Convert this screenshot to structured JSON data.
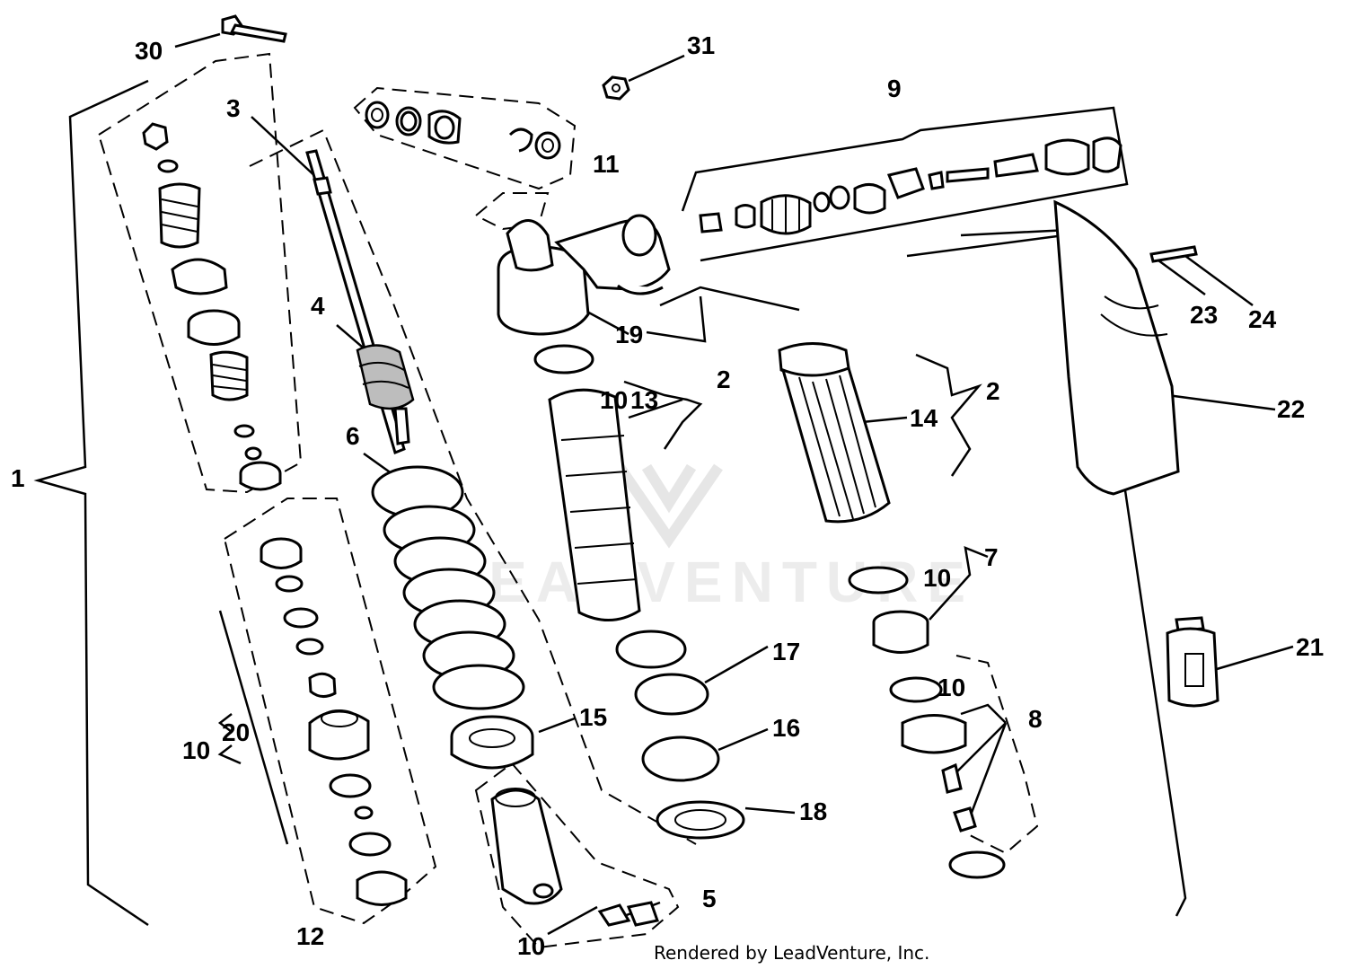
{
  "diagram": {
    "labels": [
      "1",
      "2",
      "2",
      "3",
      "4",
      "5",
      "6",
      "7",
      "8",
      "9",
      "10",
      "10",
      "10",
      "10",
      "10",
      "10",
      "11",
      "12",
      "13",
      "14",
      "15",
      "16",
      "17",
      "18",
      "19",
      "20",
      "21",
      "22",
      "23",
      "24",
      "30",
      "31"
    ],
    "credit": "Rendered by LeadVenture, Inc.",
    "watermark": "LEADVENTURE"
  }
}
